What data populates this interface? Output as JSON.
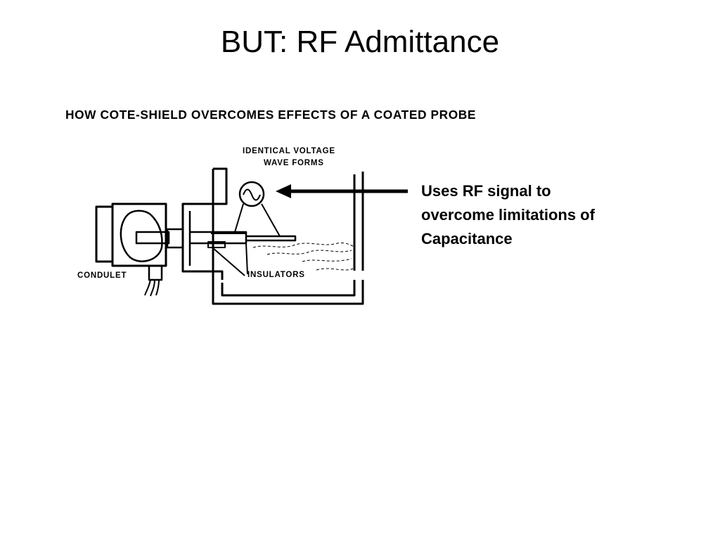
{
  "slide": {
    "title": "BUT: RF Admittance"
  },
  "figure": {
    "caption": "HOW COTE-SHIELD OVERCOMES EFFECTS OF A COATED PROBE",
    "labels": {
      "voltage_line1": "IDENTICAL VOLTAGE",
      "voltage_line2": "WAVE FORMS",
      "conduit": "CONDULET",
      "insulators": "INSULATORS"
    },
    "icons": [
      "sine-wave-icon",
      "arrow-left-icon"
    ]
  },
  "callout": {
    "line1": "Uses RF signal to",
    "line2": "overcome limitations of",
    "line3": "Capacitance"
  }
}
